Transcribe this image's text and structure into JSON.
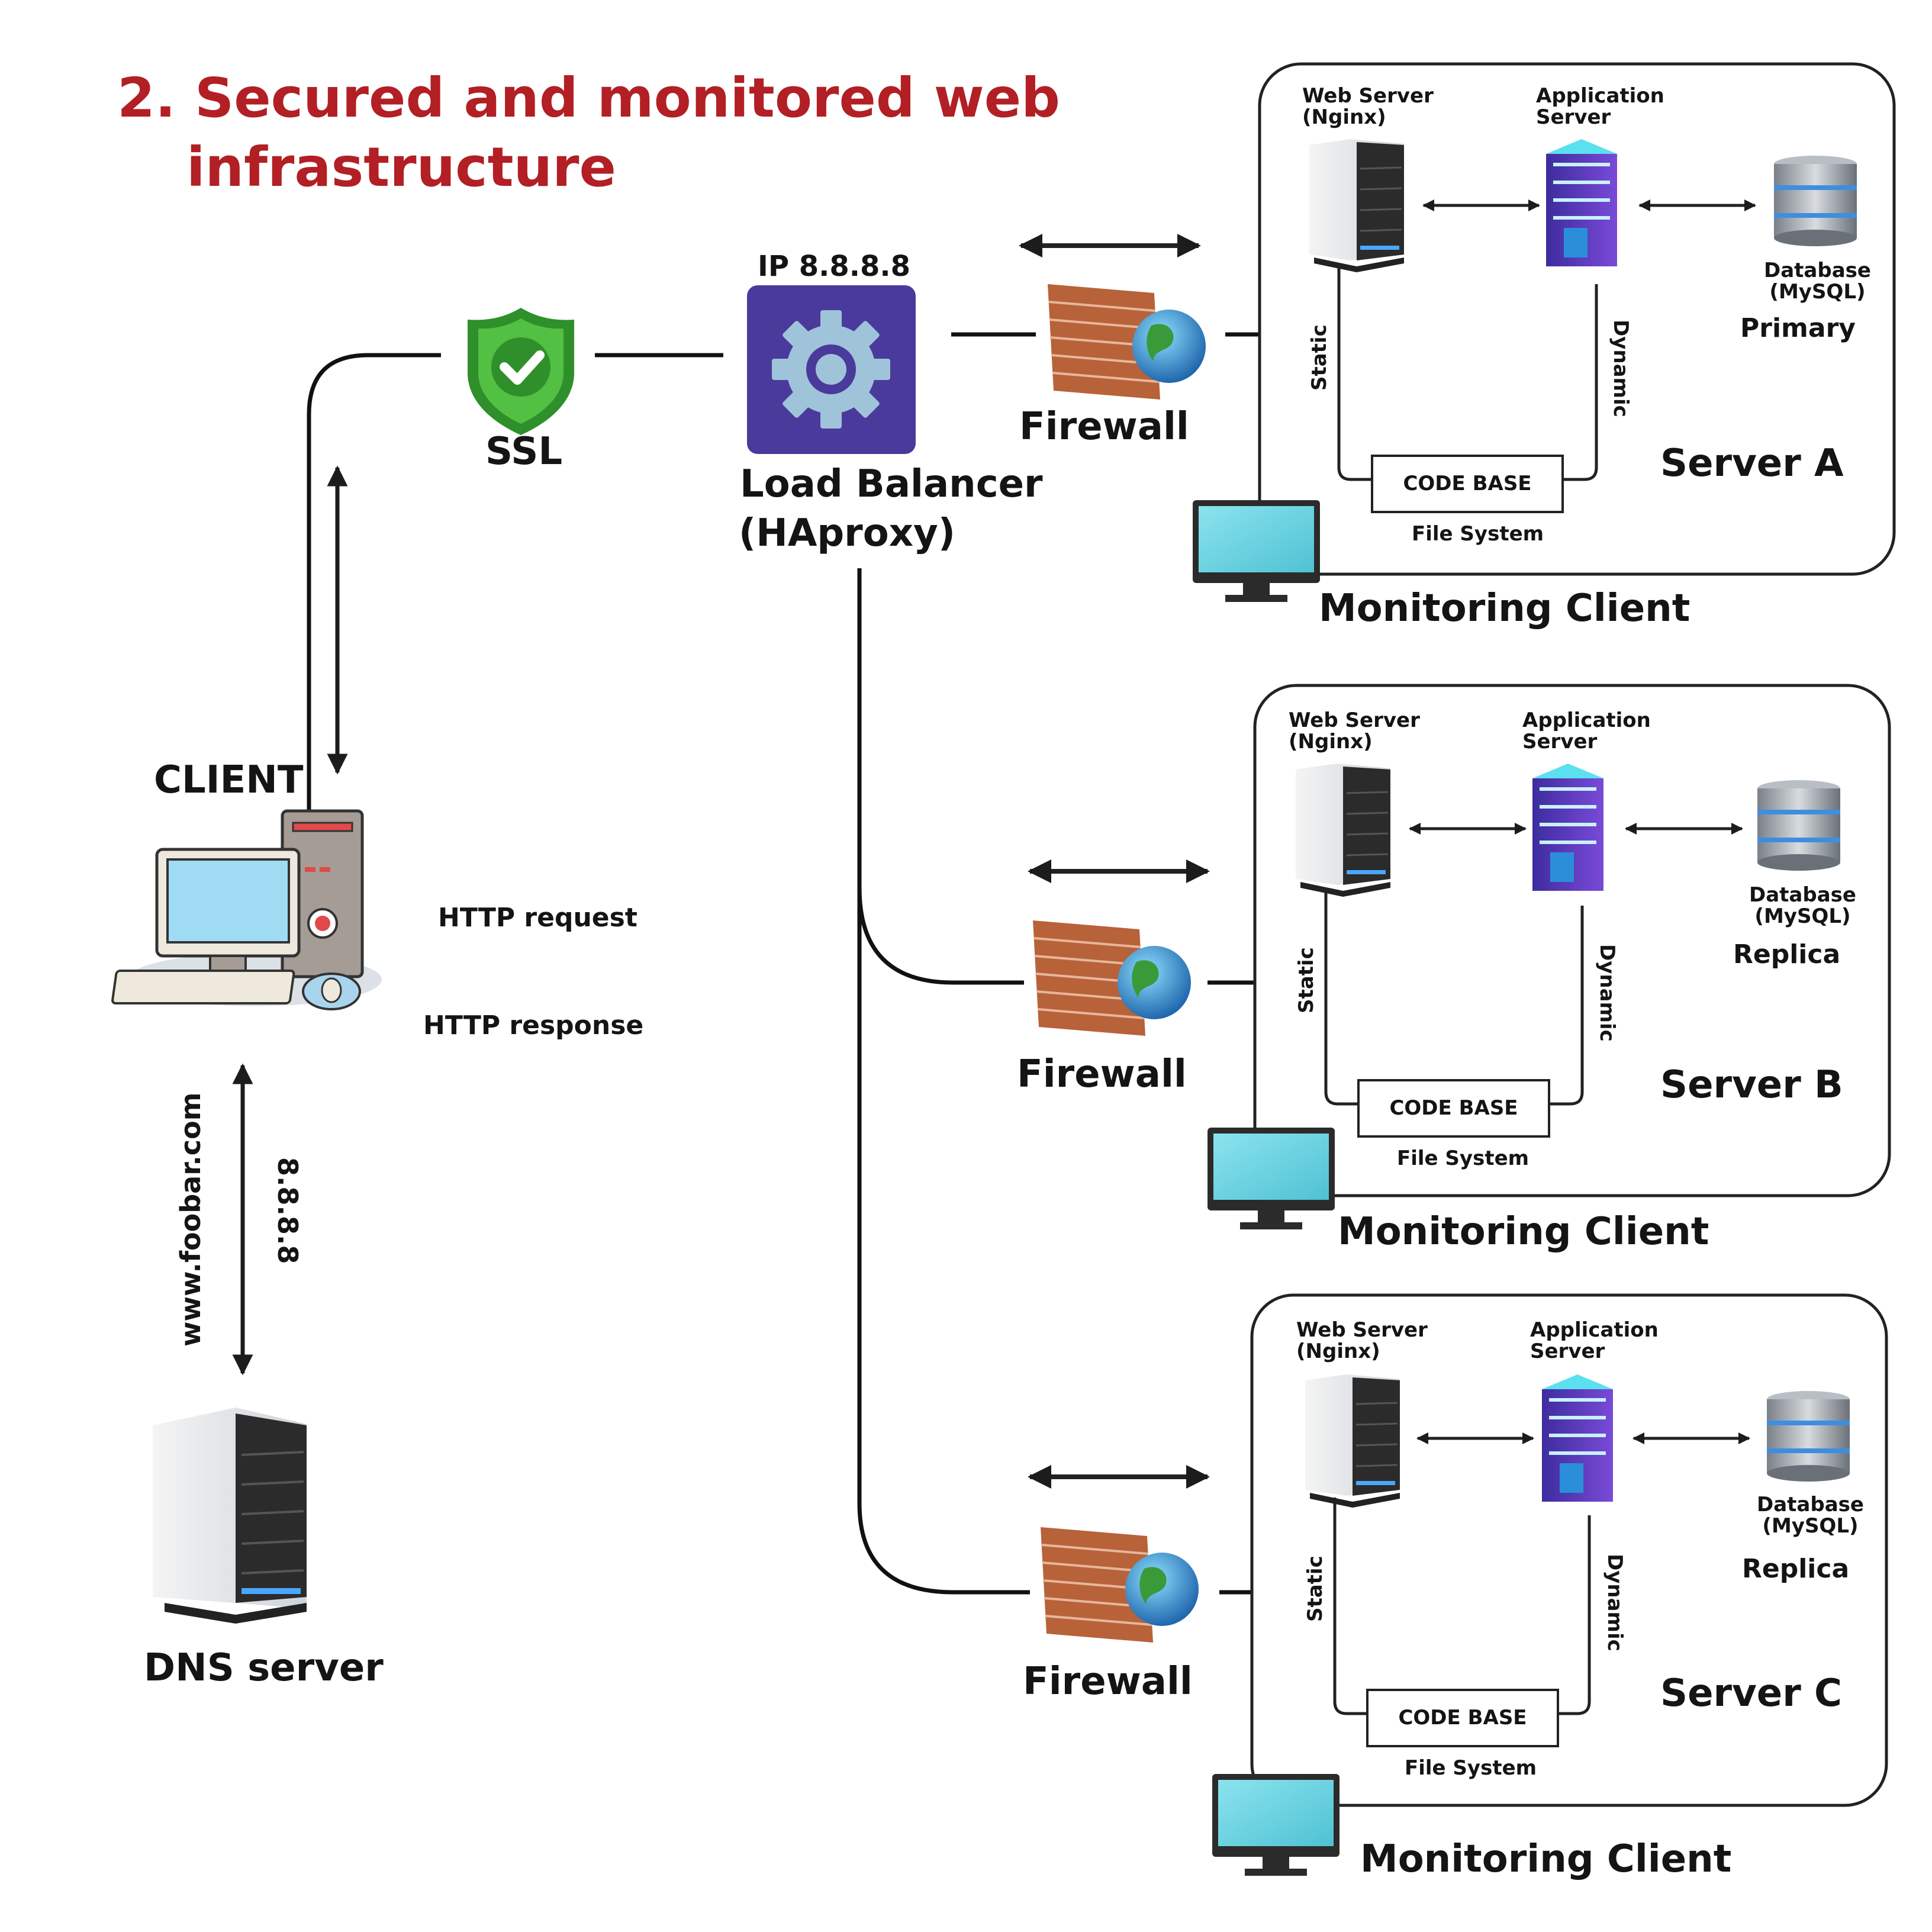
{
  "title": {
    "line1": "2. Secured and monitored web",
    "line2": "infrastructure"
  },
  "ssl": {
    "label": "SSL"
  },
  "load_balancer": {
    "ip": "IP 8.8.8.8",
    "label1": "Load Balancer",
    "label2": "(HAproxy)"
  },
  "client": {
    "label": "CLIENT",
    "http_request": "HTTP request",
    "http_response": "HTTP response"
  },
  "dns": {
    "label": "DNS server",
    "domain": "www.foobar.com",
    "ip": "8.8.8.8"
  },
  "firewall_label": "Firewall",
  "servers": [
    {
      "name": "Server A",
      "web": [
        "Web Server",
        "(Nginx)"
      ],
      "app": [
        "Application",
        "Server"
      ],
      "db": [
        "Database",
        "(MySQL)"
      ],
      "role": "Primary",
      "static": "Static",
      "dynamic": "Dynamic",
      "codebase": "CODE BASE",
      "filesystem": "File System",
      "monitoring": "Monitoring Client"
    },
    {
      "name": "Server B",
      "web": [
        "Web Server",
        "(Nginx)"
      ],
      "app": [
        "Application",
        "Server"
      ],
      "db": [
        "Database",
        "(MySQL)"
      ],
      "role": "Replica",
      "static": "Static",
      "dynamic": "Dynamic",
      "codebase": "CODE BASE",
      "filesystem": "File System",
      "monitoring": "Monitoring Client"
    },
    {
      "name": "Server C",
      "web": [
        "Web Server",
        "(Nginx)"
      ],
      "app": [
        "Application",
        "Server"
      ],
      "db": [
        "Database",
        "(MySQL)"
      ],
      "role": "Replica",
      "static": "Static",
      "dynamic": "Dynamic",
      "codebase": "CODE BASE",
      "filesystem": "File System",
      "monitoring": "Monitoring Client"
    }
  ],
  "colors": {
    "title": "#b21f24",
    "load_balancer_bg": "#4a3a9c",
    "shield": "#3fae3a",
    "brick": "#b8623a",
    "monitor": "#6fd2df"
  },
  "icons": [
    "shield-check-icon",
    "gear-icon",
    "desktop-computer-icon",
    "server-tower-icon",
    "app-server-icon",
    "database-icon",
    "brick-firewall-icon",
    "globe-icon",
    "monitor-icon"
  ]
}
